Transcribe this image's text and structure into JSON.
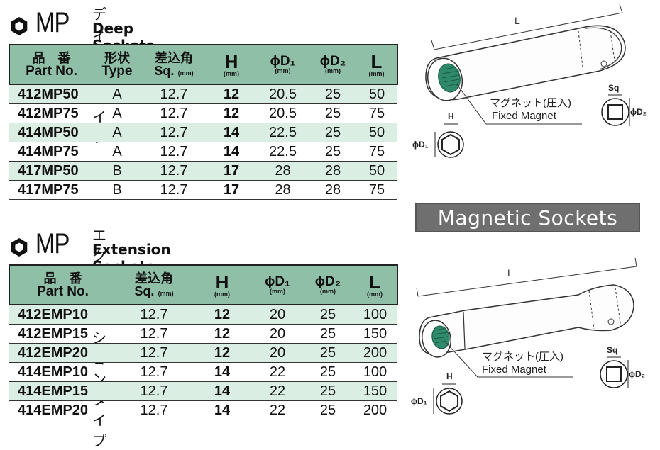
{
  "deep": {
    "code": "MP",
    "title_jp": "ディープタイプ",
    "title_en": "Deep Sockets (Single Hex)",
    "headers": {
      "part_jp": "品　番",
      "part_en": "Part No.",
      "type_jp": "形状",
      "type_en": "Type",
      "sq_jp": "差込角",
      "sq_en": "Sq.",
      "sq_unit": "(mm)",
      "h": "H",
      "h_unit": "(mm)",
      "d1": "ϕD₁",
      "d1_unit": "(mm)",
      "d2": "ϕD₂",
      "d2_unit": "(mm)",
      "l": "L",
      "l_unit": "(mm)"
    },
    "rows": [
      {
        "part": "412MP50",
        "type": "A",
        "sq": "12.7",
        "h": "12",
        "d1": "20.5",
        "d2": "25",
        "l": "50"
      },
      {
        "part": "412MP75",
        "type": "A",
        "sq": "12.7",
        "h": "12",
        "d1": "20.5",
        "d2": "25",
        "l": "75"
      },
      {
        "part": "414MP50",
        "type": "A",
        "sq": "12.7",
        "h": "14",
        "d1": "22.5",
        "d2": "25",
        "l": "50"
      },
      {
        "part": "414MP75",
        "type": "A",
        "sq": "12.7",
        "h": "14",
        "d1": "22.5",
        "d2": "25",
        "l": "75"
      },
      {
        "part": "417MP50",
        "type": "B",
        "sq": "12.7",
        "h": "17",
        "d1": "28",
        "d2": "28",
        "l": "50"
      },
      {
        "part": "417MP75",
        "type": "B",
        "sq": "12.7",
        "h": "17",
        "d1": "28",
        "d2": "28",
        "l": "75"
      }
    ]
  },
  "extension": {
    "code": "MP",
    "title_jp": "エクステンションタイプ",
    "title_en": "Extension Sockets (Single Hex)",
    "headers": {
      "part_jp": "品　番",
      "part_en": "Part No.",
      "sq_jp": "差込角",
      "sq_en": "Sq.",
      "sq_unit": "(mm)",
      "h": "H",
      "h_unit": "(mm)",
      "d1": "ϕD₁",
      "d1_unit": "(mm)",
      "d2": "ϕD₂",
      "d2_unit": "(mm)",
      "l": "L",
      "l_unit": "(mm)"
    },
    "rows": [
      {
        "part": "412EMP10",
        "sq": "12.7",
        "h": "12",
        "d1": "20",
        "d2": "25",
        "l": "100"
      },
      {
        "part": "412EMP15",
        "sq": "12.7",
        "h": "12",
        "d1": "20",
        "d2": "25",
        "l": "150"
      },
      {
        "part": "412EMP20",
        "sq": "12.7",
        "h": "12",
        "d1": "20",
        "d2": "25",
        "l": "200"
      },
      {
        "part": "414EMP10",
        "sq": "12.7",
        "h": "14",
        "d1": "22",
        "d2": "25",
        "l": "100"
      },
      {
        "part": "414EMP15",
        "sq": "12.7",
        "h": "14",
        "d1": "22",
        "d2": "25",
        "l": "150"
      },
      {
        "part": "414EMP20",
        "sq": "12.7",
        "h": "14",
        "d1": "22",
        "d2": "25",
        "l": "200"
      }
    ]
  },
  "badge": "Magnetic Sockets",
  "diagram": {
    "l_label": "L",
    "magnet_jp": "マグネット(圧入)",
    "magnet_en": "Fixed Magnet",
    "sq_label": "Sq",
    "h_label": "H",
    "d1_label": "ϕD₁",
    "d2_label": "ϕD₂"
  },
  "colors": {
    "header_bg": "#8fbfa7",
    "stripe_bg": "#dbeee3",
    "badge_bg": "#6f6f6f",
    "magnet": "#2e8a6a"
  }
}
